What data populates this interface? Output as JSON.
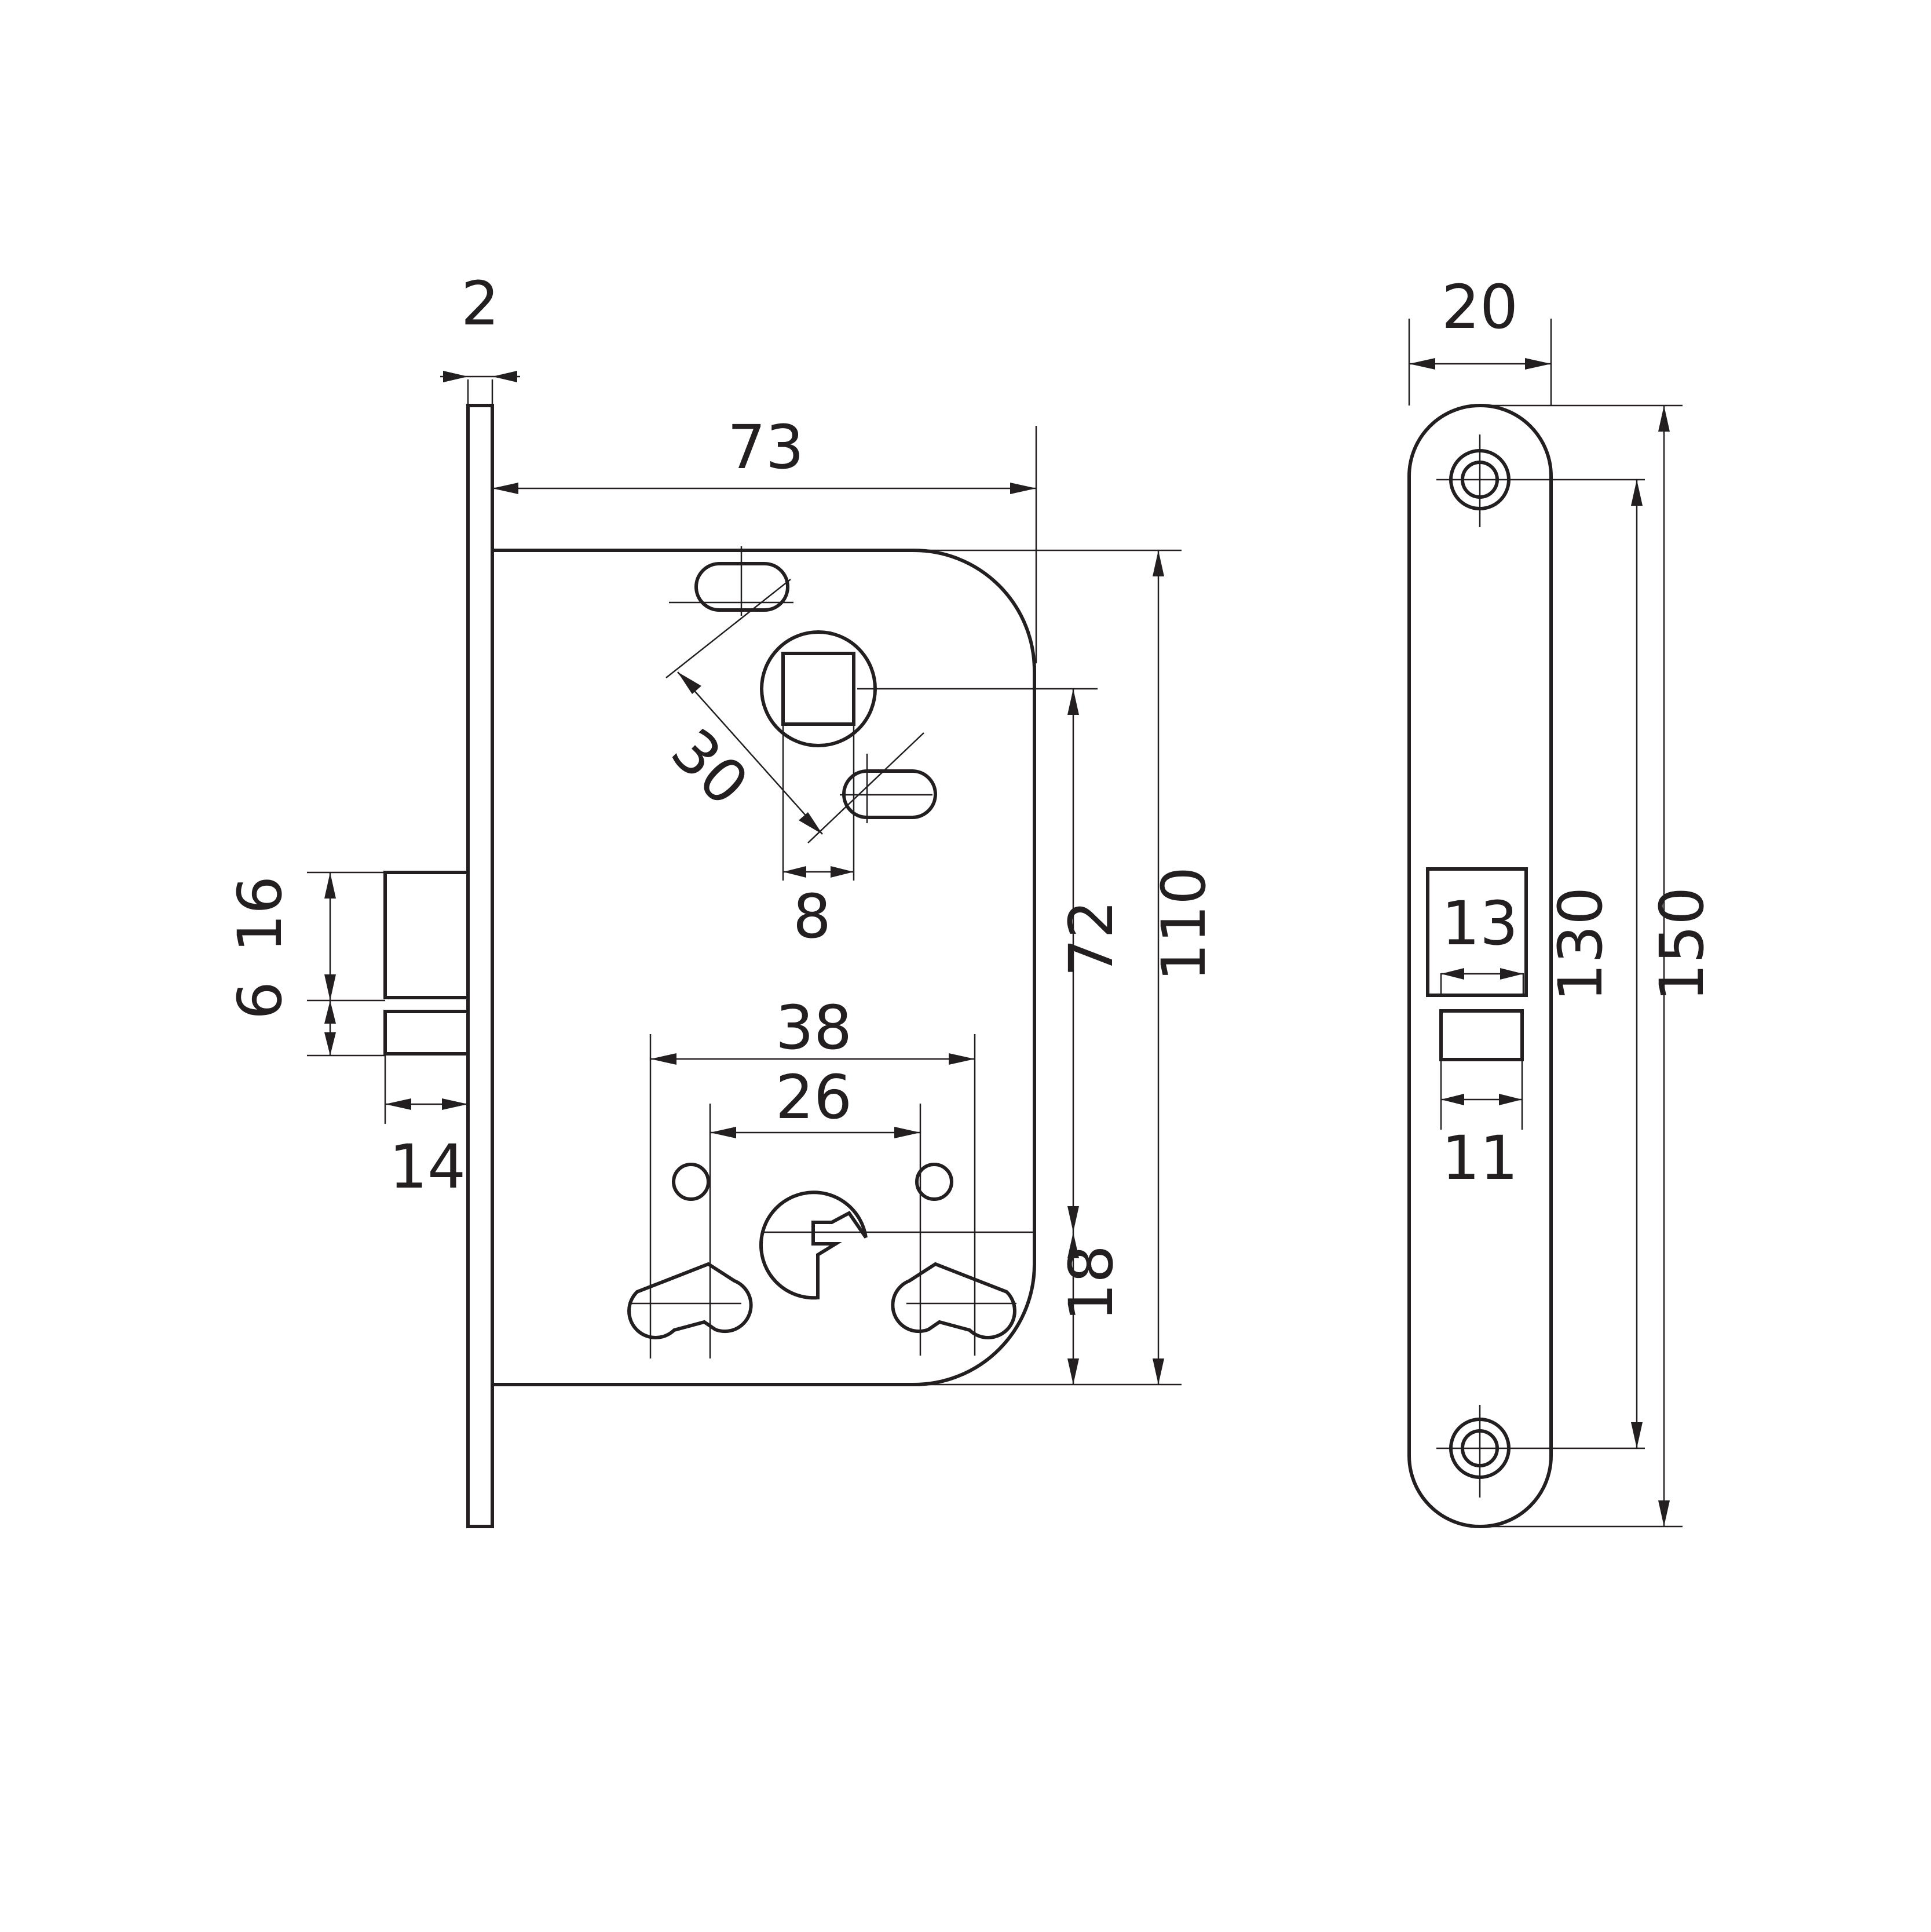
{
  "lock_body_view": {
    "faceplate_thickness": "2",
    "backset": "73",
    "latch_projection": "14",
    "latch_height": "16",
    "bolt_gap": "6",
    "spindle_to_keyhole": "72",
    "body_height": "110",
    "keyhole_to_bottom": "18",
    "spindle_square": "8",
    "fixing_hole_spacing": "30",
    "outer_screw_spacing": "38",
    "inner_screw_spacing": "26"
  },
  "faceplate_view": {
    "width": "20",
    "screw_hole_spacing": "130",
    "total_length": "150",
    "latch_opening_width": "13",
    "bolt_opening_width": "11"
  },
  "colors": {
    "line": "#231f20",
    "background": "#ffffff"
  }
}
